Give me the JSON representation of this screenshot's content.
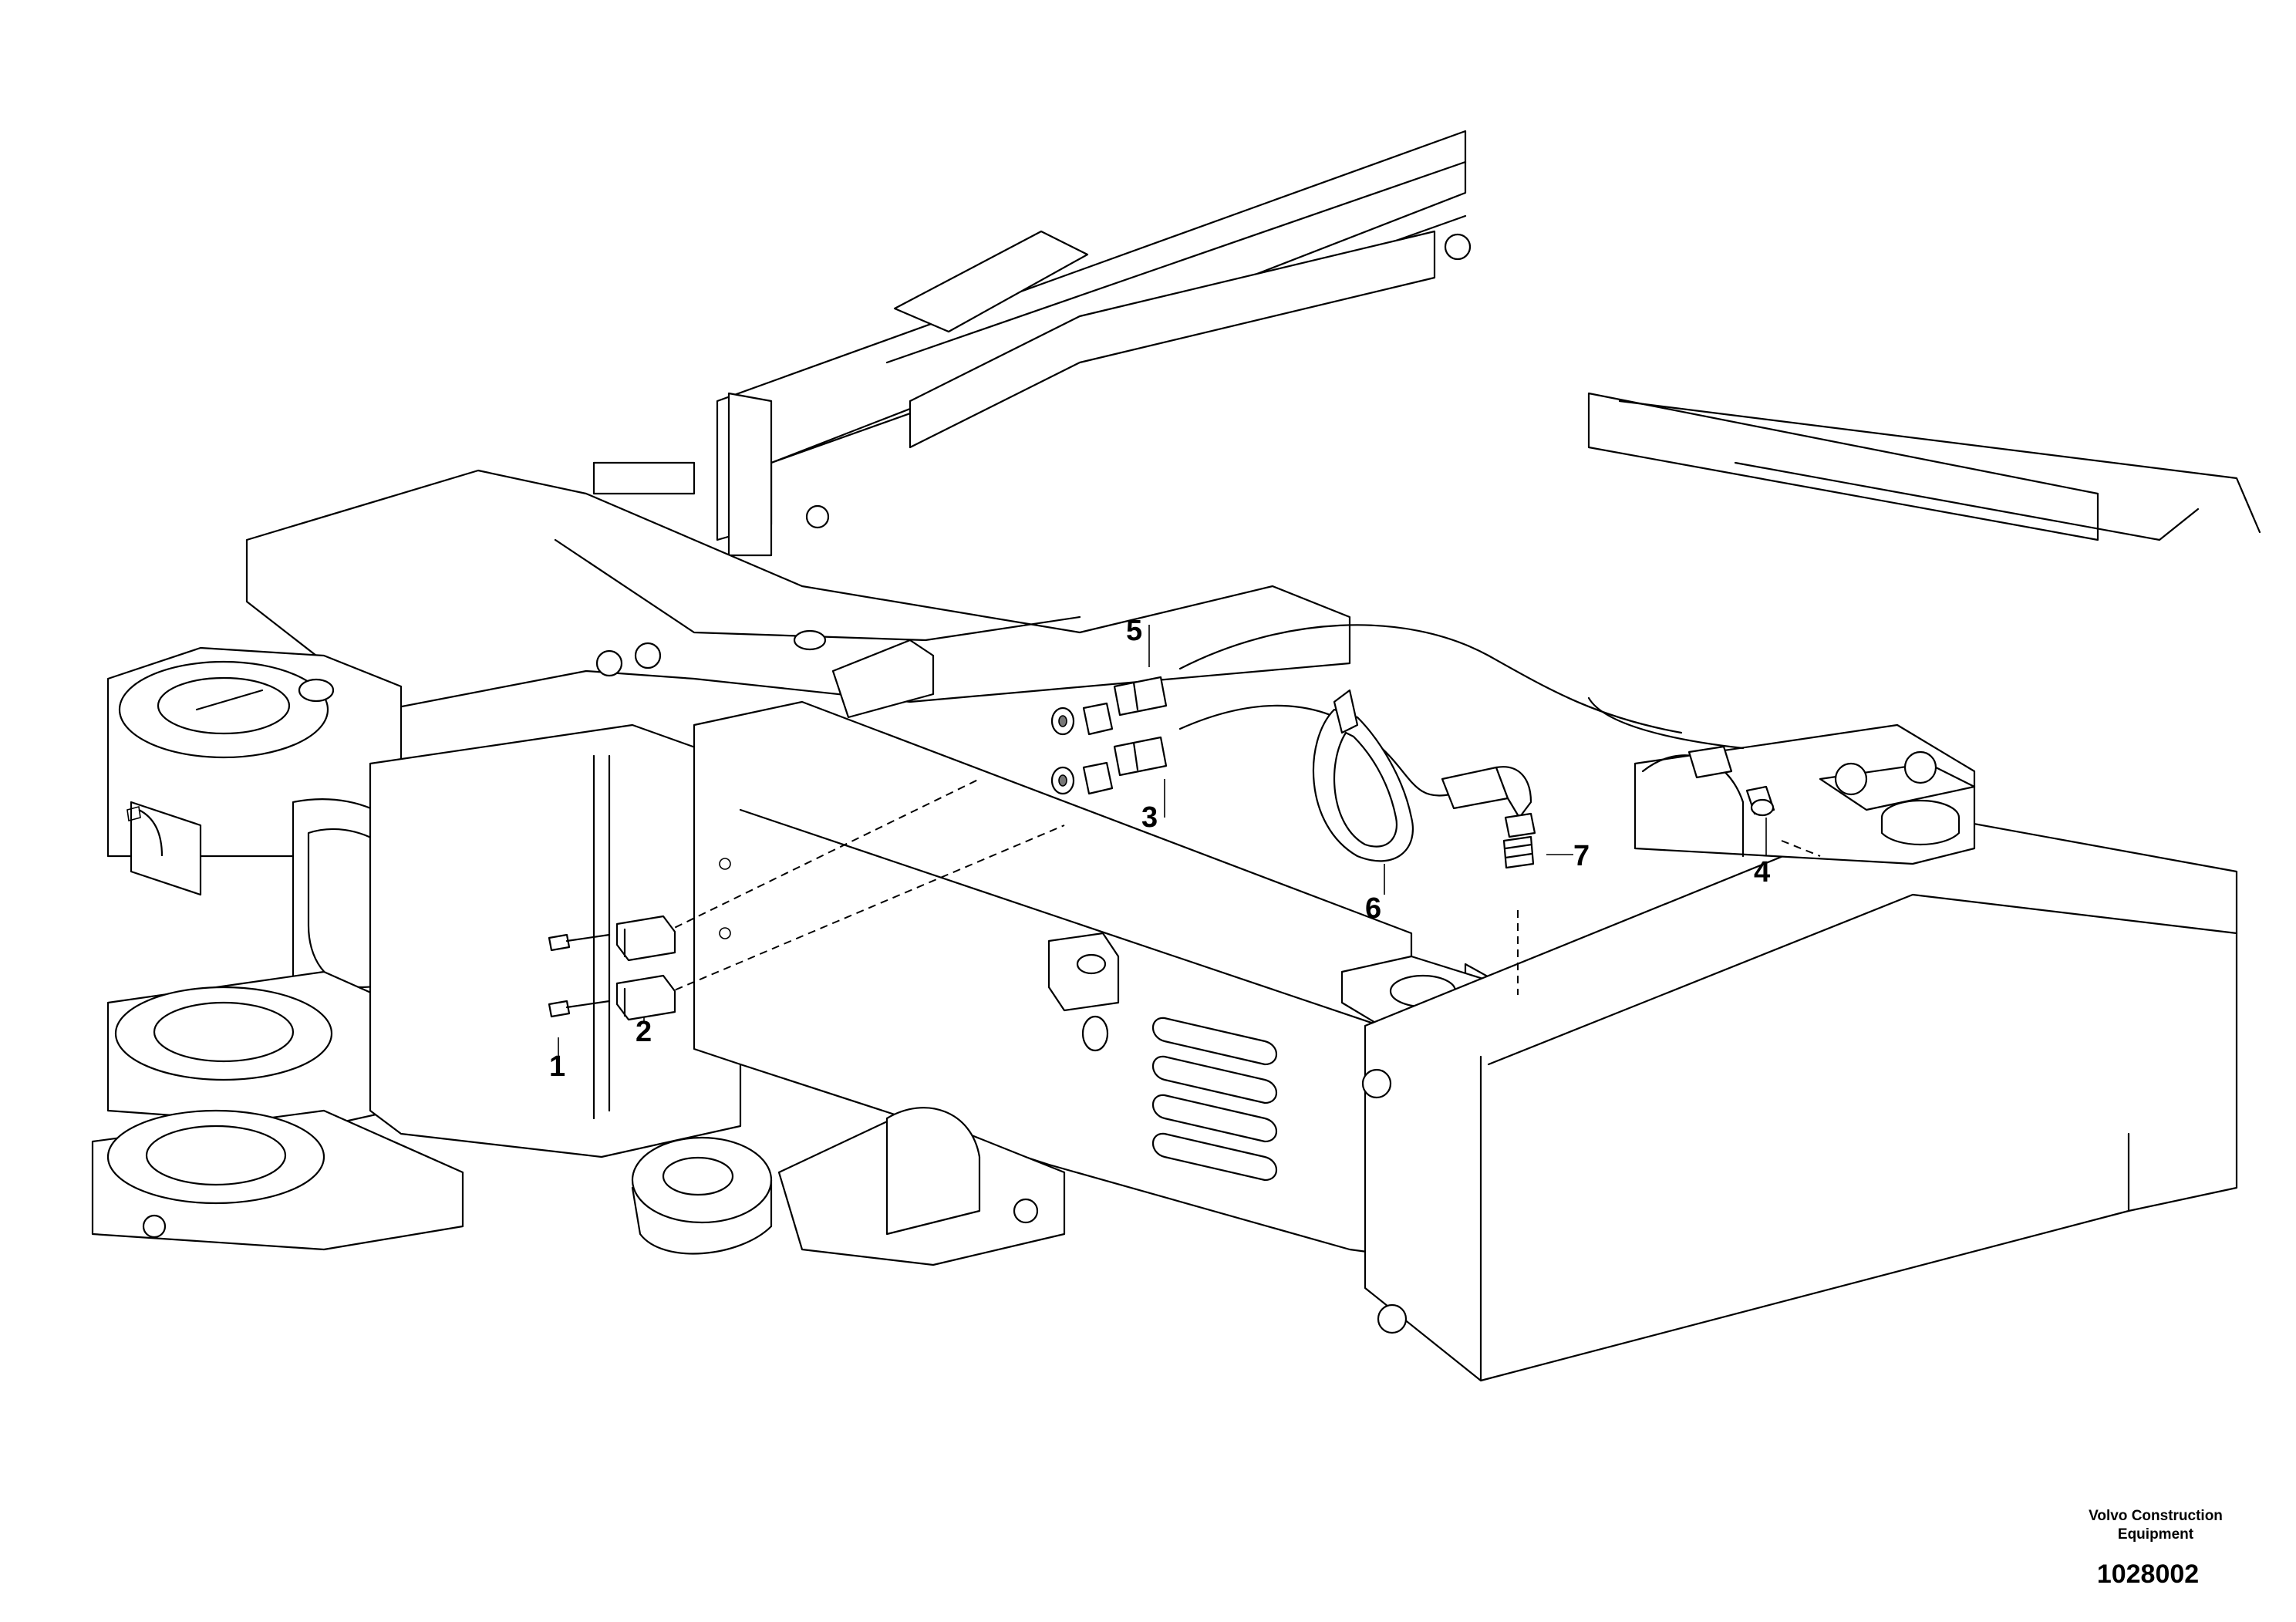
{
  "labels": [
    {
      "id": "1",
      "text": "1"
    },
    {
      "id": "2",
      "text": "2"
    },
    {
      "id": "3",
      "text": "3"
    },
    {
      "id": "4",
      "text": "4"
    },
    {
      "id": "5",
      "text": "5"
    },
    {
      "id": "6",
      "text": "6"
    },
    {
      "id": "7",
      "text": "7"
    }
  ],
  "brand_line1": "Volvo Construction",
  "brand_line2": "Equipment",
  "figure_number": "1028002"
}
